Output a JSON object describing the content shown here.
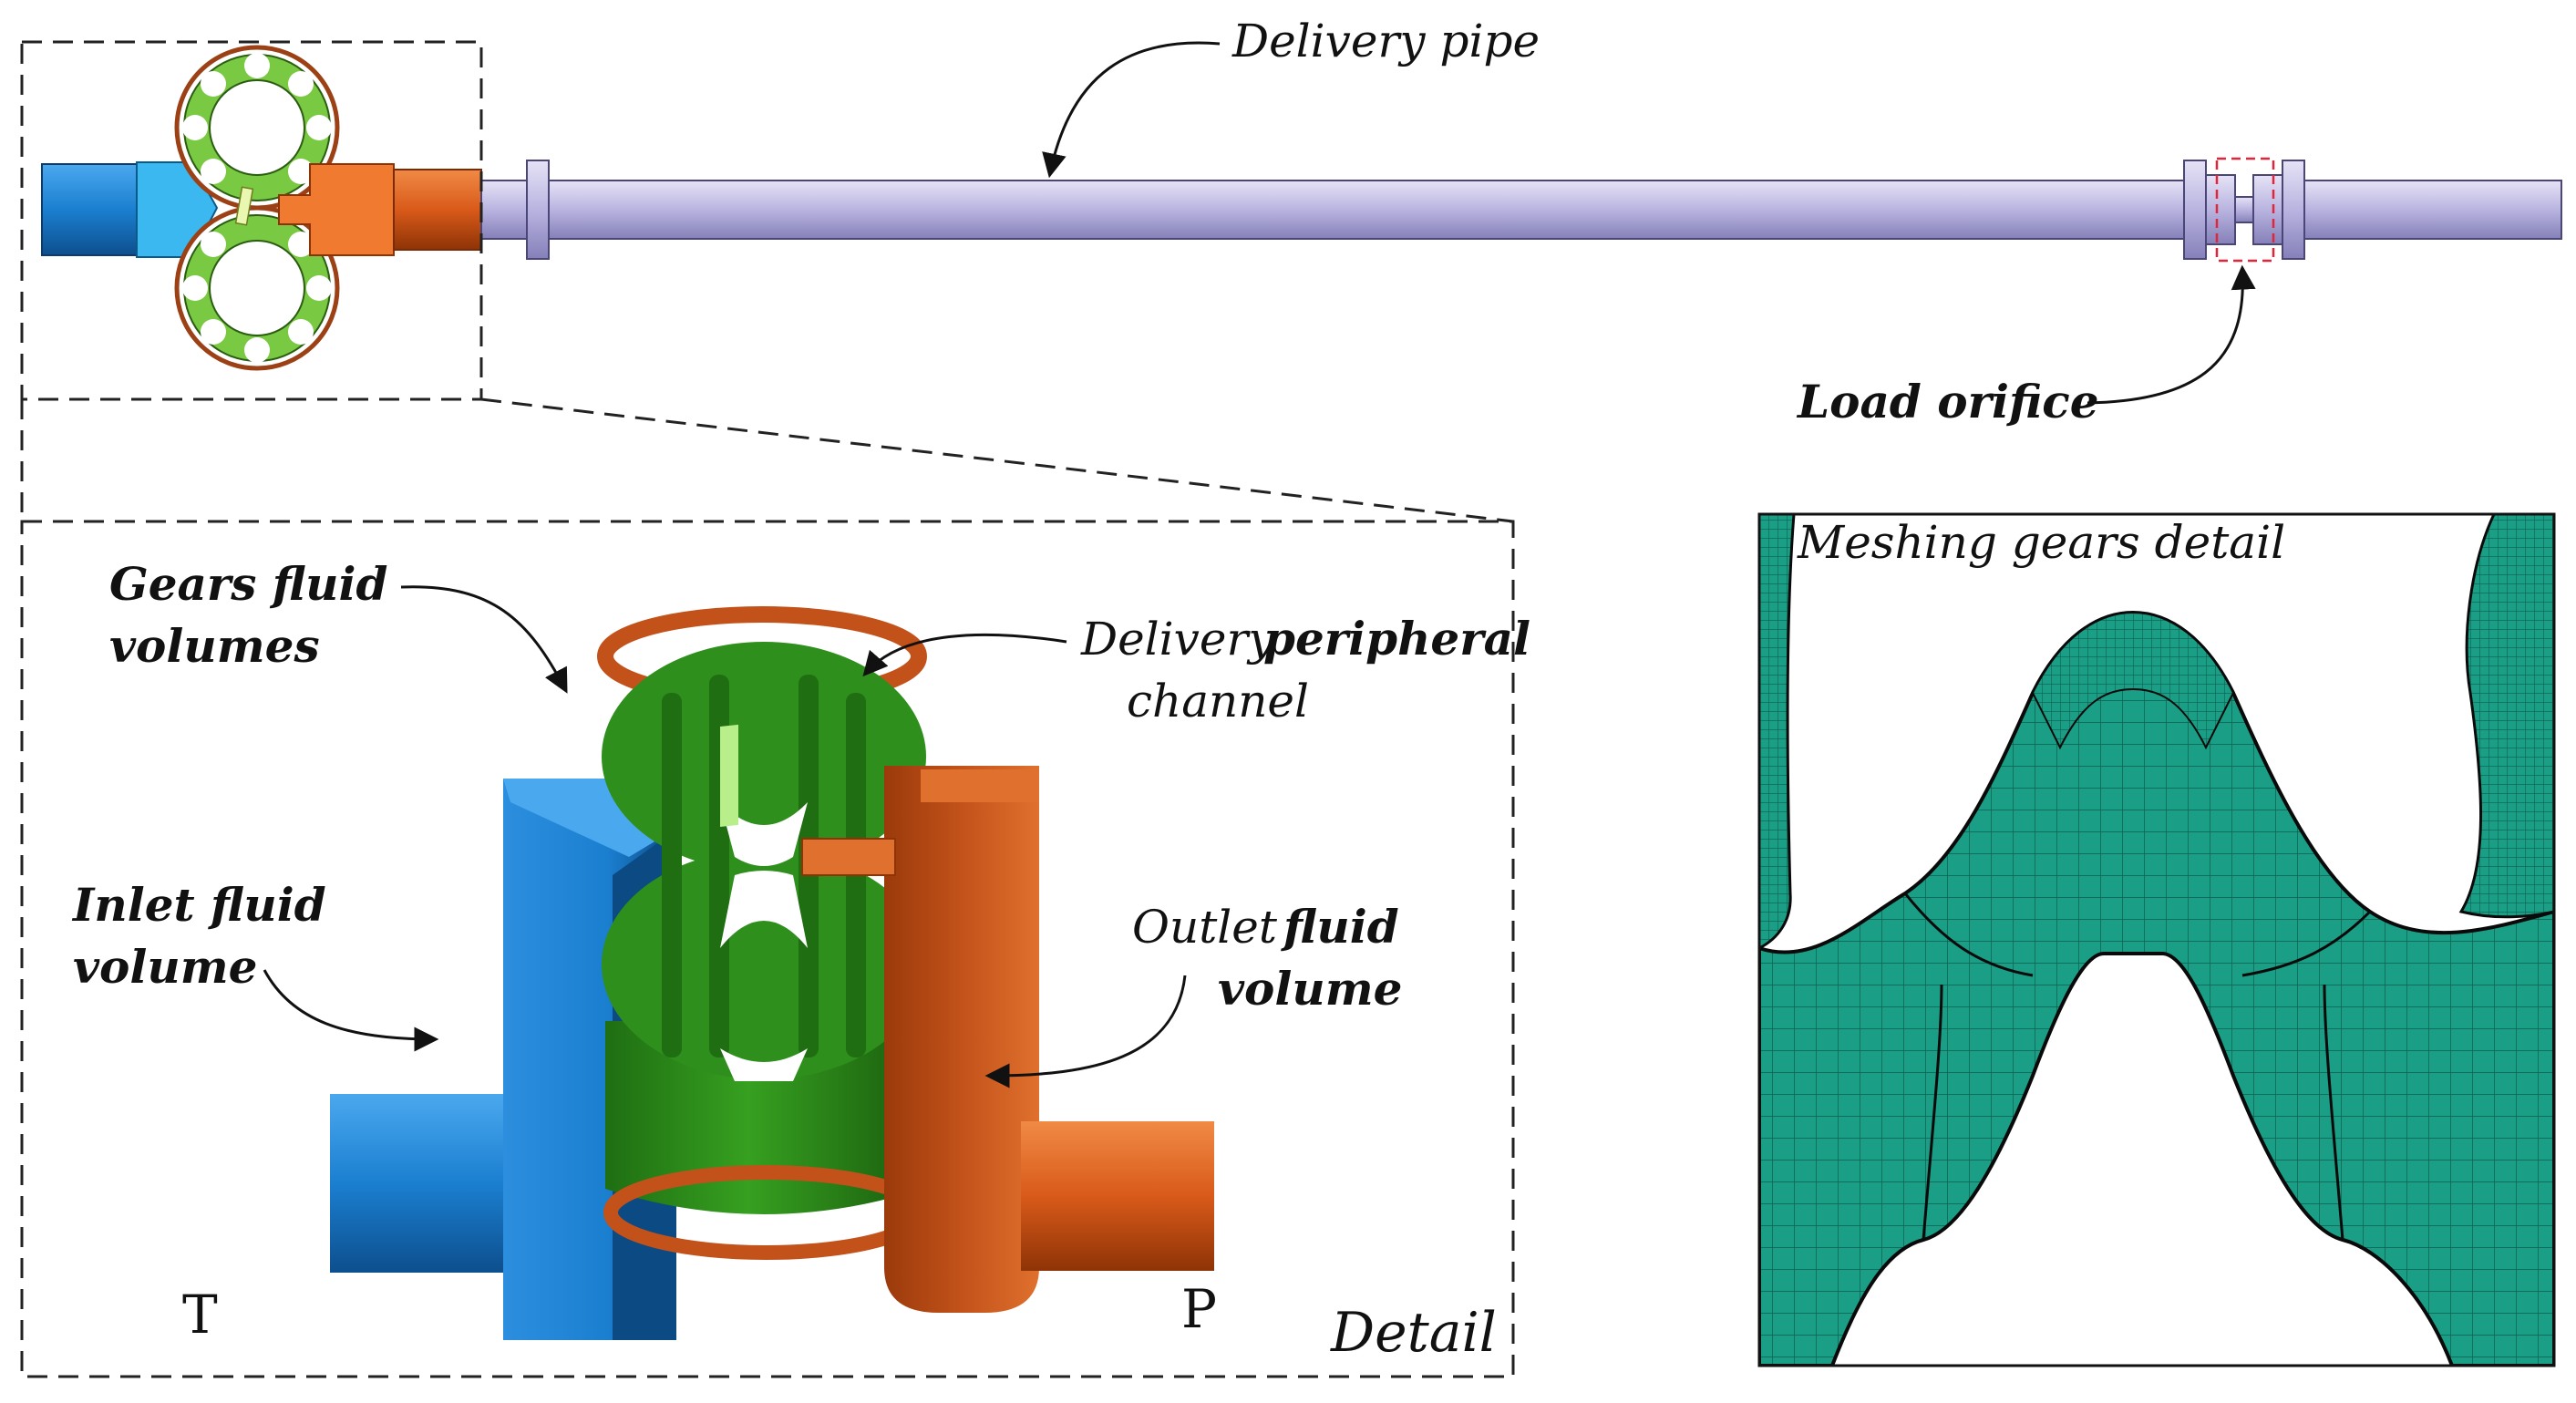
{
  "labels": {
    "delivery_pipe": "Delivery pipe",
    "load_orifice": "Load orifice",
    "gears_fluid_1": "Gears fluid",
    "gears_fluid_2": "volumes",
    "delivery_1_a": "Delivery",
    "delivery_1_b": "peripheral",
    "delivery_2": "channel",
    "inlet_1": "Inlet fluid",
    "inlet_2": "volume",
    "outlet_1_a": "Outlet",
    "outlet_1_b": "fluid",
    "outlet_2": "volume",
    "port_t": "T",
    "port_p": "P",
    "detail": "Detail",
    "meshing": "Meshing gears detail"
  },
  "colors": {
    "inlet_blue": "#1b7fd0",
    "inlet_light": "#3ab8ef",
    "outlet_orange": "#d95a1a",
    "gear_green": "#2f8f1c",
    "pipe_lavender": "#b9b4e0",
    "mesh_teal": "#1a9e85"
  }
}
